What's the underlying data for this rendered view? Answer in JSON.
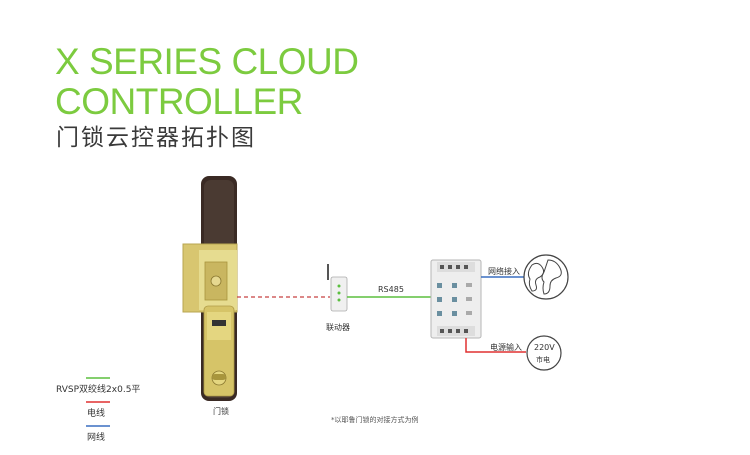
{
  "title": {
    "en_line1": "X SERIES CLOUD",
    "en_line2": "CONTROLLER",
    "cn": "门锁云控器拓扑图"
  },
  "nodes": {
    "door_lock": "门锁",
    "linkage": "联动器",
    "city_power": "市电",
    "voltage": "220V"
  },
  "edges": {
    "rs485": "RS485",
    "network_access": "网络接入",
    "power_input": "电源输入"
  },
  "legend": [
    {
      "label": "RVSP双绞线2x0.5平",
      "color": "#5bbf3f"
    },
    {
      "label": "电线",
      "color": "#e03030"
    },
    {
      "label": "网线",
      "color": "#3a6fc0"
    }
  ],
  "note": "*以耶鲁门锁的对接方式为例",
  "colors": {
    "accent": "#7ccb3f",
    "rs485_line": "#5bbf3f",
    "power_line": "#e03030",
    "network_line": "#3a6fc0"
  }
}
